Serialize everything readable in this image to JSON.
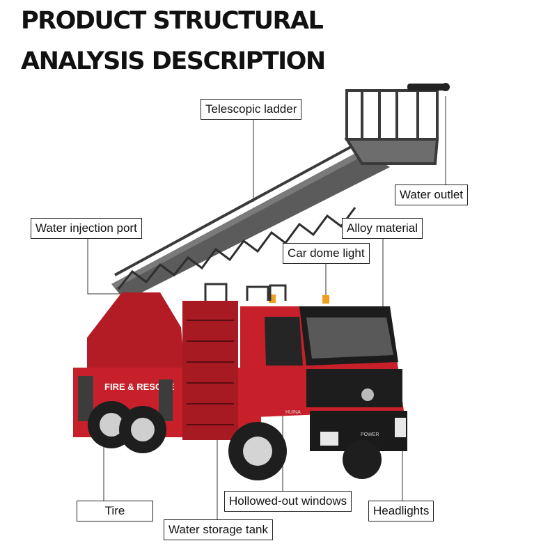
{
  "title": {
    "line1": "PRODUCT STRUCTURAL",
    "line2": "ANALYSIS DESCRIPTION"
  },
  "labels": {
    "telescopic_ladder": "Telescopic ladder",
    "water_outlet": "Water outlet",
    "water_injection_port": "Water injection port",
    "alloy_material": "Alloy material",
    "car_dome_light": "Car dome light",
    "tire": "Tire",
    "hollowed_out_windows": "Hollowed-out windows",
    "headlights": "Headlights",
    "water_storage_tank": "Water storage tank"
  },
  "truck_markings": {
    "side_text": "FIRE & RESCUE",
    "brand_badge": "HUINA",
    "grille_text": "POWER"
  },
  "colors": {
    "truck_red": "#c8202a",
    "dark_red": "#8e1418",
    "ladder_gray": "#4a4a4a",
    "amber_light": "#f0a020"
  }
}
